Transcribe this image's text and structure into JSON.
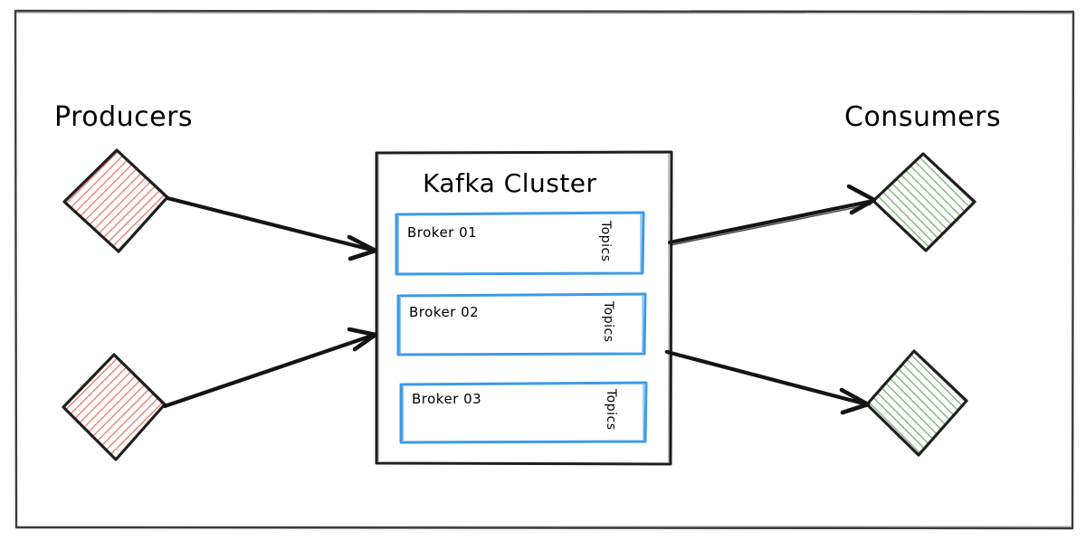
{
  "diagram": {
    "type": "kafka-architecture-flow",
    "background": "#ffffff",
    "frame": {
      "stroke": "#3c3c3c"
    },
    "labels": {
      "producers": "Producers",
      "consumers": "Consumers",
      "cluster_title": "Kafka Cluster"
    },
    "colors": {
      "producer_fill": "#e8604c",
      "producer_stroke": "#1f1f1f",
      "consumer_fill": "#4aa04a",
      "consumer_stroke": "#1f1f1f",
      "broker_stroke": "#3d9ae8",
      "cluster_stroke": "#1f1f1f",
      "arrow_stroke": "#141414",
      "text": "#000000"
    },
    "producers": [
      {
        "id": "producer-1",
        "label": ""
      },
      {
        "id": "producer-2",
        "label": ""
      }
    ],
    "consumers": [
      {
        "id": "consumer-1",
        "label": ""
      },
      {
        "id": "consumer-2",
        "label": ""
      }
    ],
    "brokers": [
      {
        "id": "broker-01",
        "name": "Broker 01",
        "topics_label": "Topics"
      },
      {
        "id": "broker-02",
        "name": "Broker 02",
        "topics_label": "Topics"
      },
      {
        "id": "broker-03",
        "name": "Broker 03",
        "topics_label": "Topics"
      }
    ],
    "edges": [
      {
        "id": "edge-producer1-cluster",
        "from": "producer-1",
        "to": "kafka-cluster",
        "label": ""
      },
      {
        "id": "edge-producer2-cluster",
        "from": "producer-2",
        "to": "kafka-cluster",
        "label": ""
      },
      {
        "id": "edge-cluster-consumer1",
        "from": "kafka-cluster",
        "to": "consumer-1",
        "label": ""
      },
      {
        "id": "edge-cluster-consumer2",
        "from": "kafka-cluster",
        "to": "consumer-2",
        "label": ""
      }
    ]
  }
}
